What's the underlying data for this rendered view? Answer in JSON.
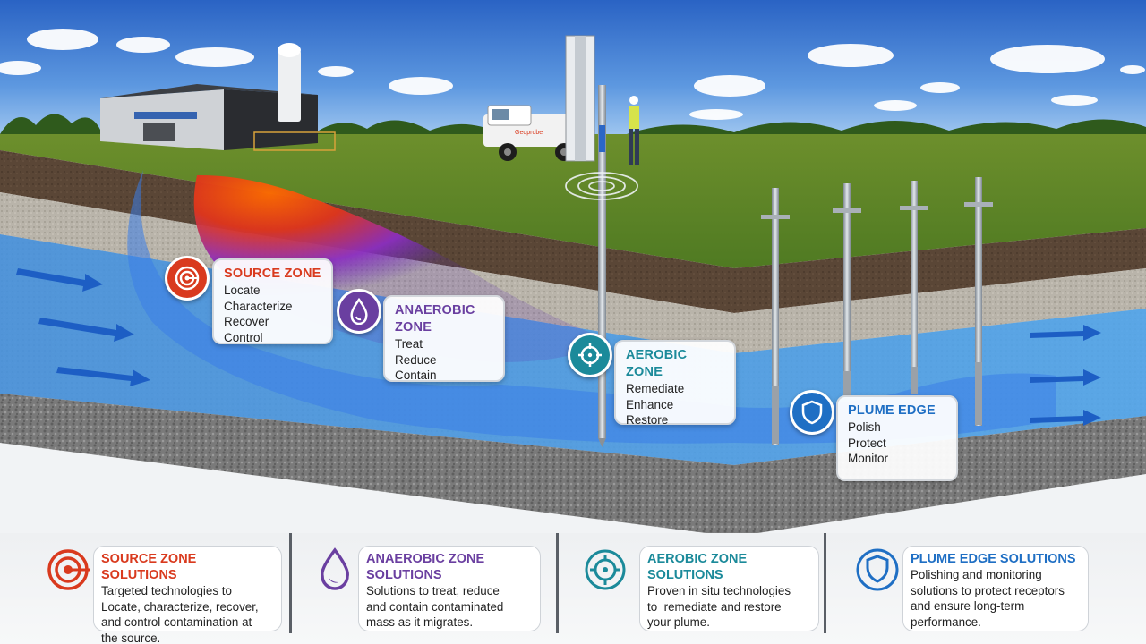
{
  "colors": {
    "source": "#d93a1e",
    "anaerobic": "#6a3fa0",
    "aerobic": "#1b8a9a",
    "plume": "#1f6fc4"
  },
  "truck": {
    "brand": "Geoprobe"
  },
  "zones": {
    "source": {
      "title": "SOURCE ZONE",
      "lines": [
        "Locate",
        "Characterize",
        "Recover",
        "Control"
      ],
      "icon": "target-icon"
    },
    "anaerobic": {
      "title_1": "ANAEROBIC",
      "title_2": "ZONE",
      "lines": [
        "Treat",
        "Reduce",
        "Contain"
      ],
      "icon": "droplet-icon"
    },
    "aerobic": {
      "title": "AEROBIC ZONE",
      "lines": [
        "Remediate",
        "Enhance",
        "Restore"
      ],
      "icon": "crosshair-icon"
    },
    "plume": {
      "title": "PLUME EDGE",
      "lines": [
        "Polish",
        "Protect",
        "Monitor"
      ],
      "icon": "shield-icon"
    }
  },
  "solutions": [
    {
      "title": "SOURCE ZONE SOLUTIONS",
      "desc": [
        "Targeted technologies to",
        "Locate, characterize, recover,",
        "and control contamination at",
        "the source."
      ],
      "icon": "target-icon"
    },
    {
      "title_1": "ANAEROBIC ZONE",
      "title_2": "SOLUTIONS",
      "desc": [
        "Solutions to treat, reduce",
        "and contain contaminated",
        "mass as it migrates."
      ],
      "icon": "droplet-icon"
    },
    {
      "title_1": "AEROBIC ZONE",
      "title_2": "SOLUTIONS",
      "desc": [
        "Proven in situ technologies",
        "to  remediate and restore",
        "your plume."
      ],
      "icon": "crosshair-icon"
    },
    {
      "title": "PLUME EDGE SOLUTIONS",
      "desc": [
        "Polishing and monitoring",
        "solutions to protect receptors",
        "and ensure long-term",
        "performance."
      ],
      "icon": "shield-icon"
    }
  ]
}
